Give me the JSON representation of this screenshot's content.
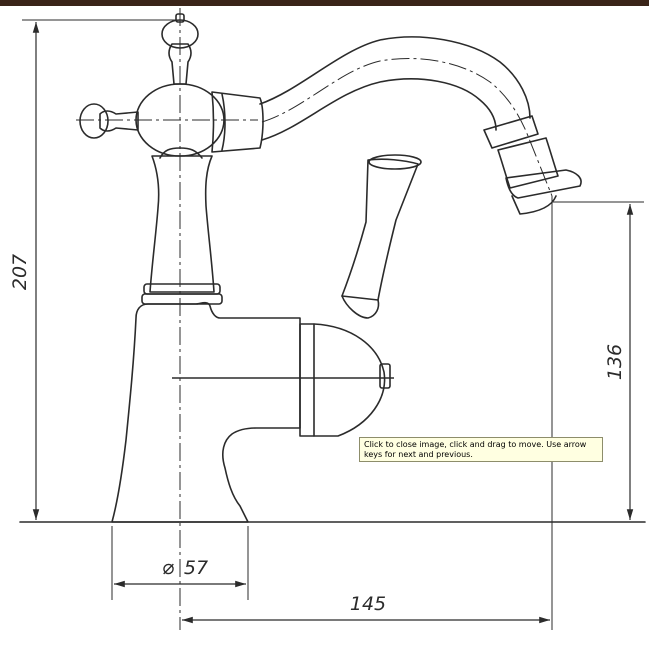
{
  "dimensions": {
    "height": "207",
    "spout_height": "136",
    "base_diameter": "57",
    "diameter_symbol": "⌀",
    "spout_reach": "145"
  },
  "tooltip": {
    "text": "Click to close image, click and drag to move. Use arrow keys for next and previous."
  },
  "colors": {
    "line": "#2b2b2b",
    "background": "#ffffff",
    "tooltip_bg": "#ffffe1",
    "top_bar": "#3a2418"
  }
}
